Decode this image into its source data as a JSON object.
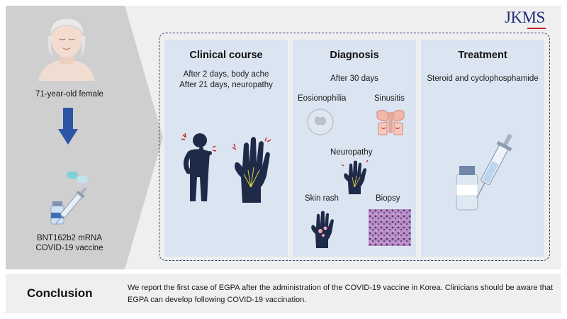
{
  "brand": {
    "logo_text": "JKMS"
  },
  "left": {
    "patient_label": "71-year-old female",
    "vaccine_line1": "BNT162b2 mRNA",
    "vaccine_line2": "COVID-19 vaccine"
  },
  "columns": {
    "clinical": {
      "title": "Clinical course",
      "line1": "After 2 days, body ache",
      "line2": "After 21 days, neuropathy"
    },
    "diagnosis": {
      "title": "Diagnosis",
      "subtitle": "After 30 days",
      "eosinophilia": "Eosionophilia",
      "sinusitis": "Sinusitis",
      "neuropathy": "Neuropathy",
      "skin_rash": "Skin rash",
      "biopsy": "Biopsy"
    },
    "treatment": {
      "title": "Treatment",
      "text": "Steroid and cyclophosphamide"
    }
  },
  "conclusion": {
    "title": "Conclusion",
    "text": "We report the first case of EGPA after the administration of the COVID-19 vaccine in Korea.  Clinicians should be aware that EGPA can develop following COVID-19 vaccination."
  },
  "colors": {
    "navy": "#1d2a48",
    "arrow_blue": "#2d55a6",
    "panel_blue": "#dbe4f1",
    "panel_grey": "#efefef",
    "left_grey": "#cfcfcf",
    "accent_red": "#c6232b"
  }
}
